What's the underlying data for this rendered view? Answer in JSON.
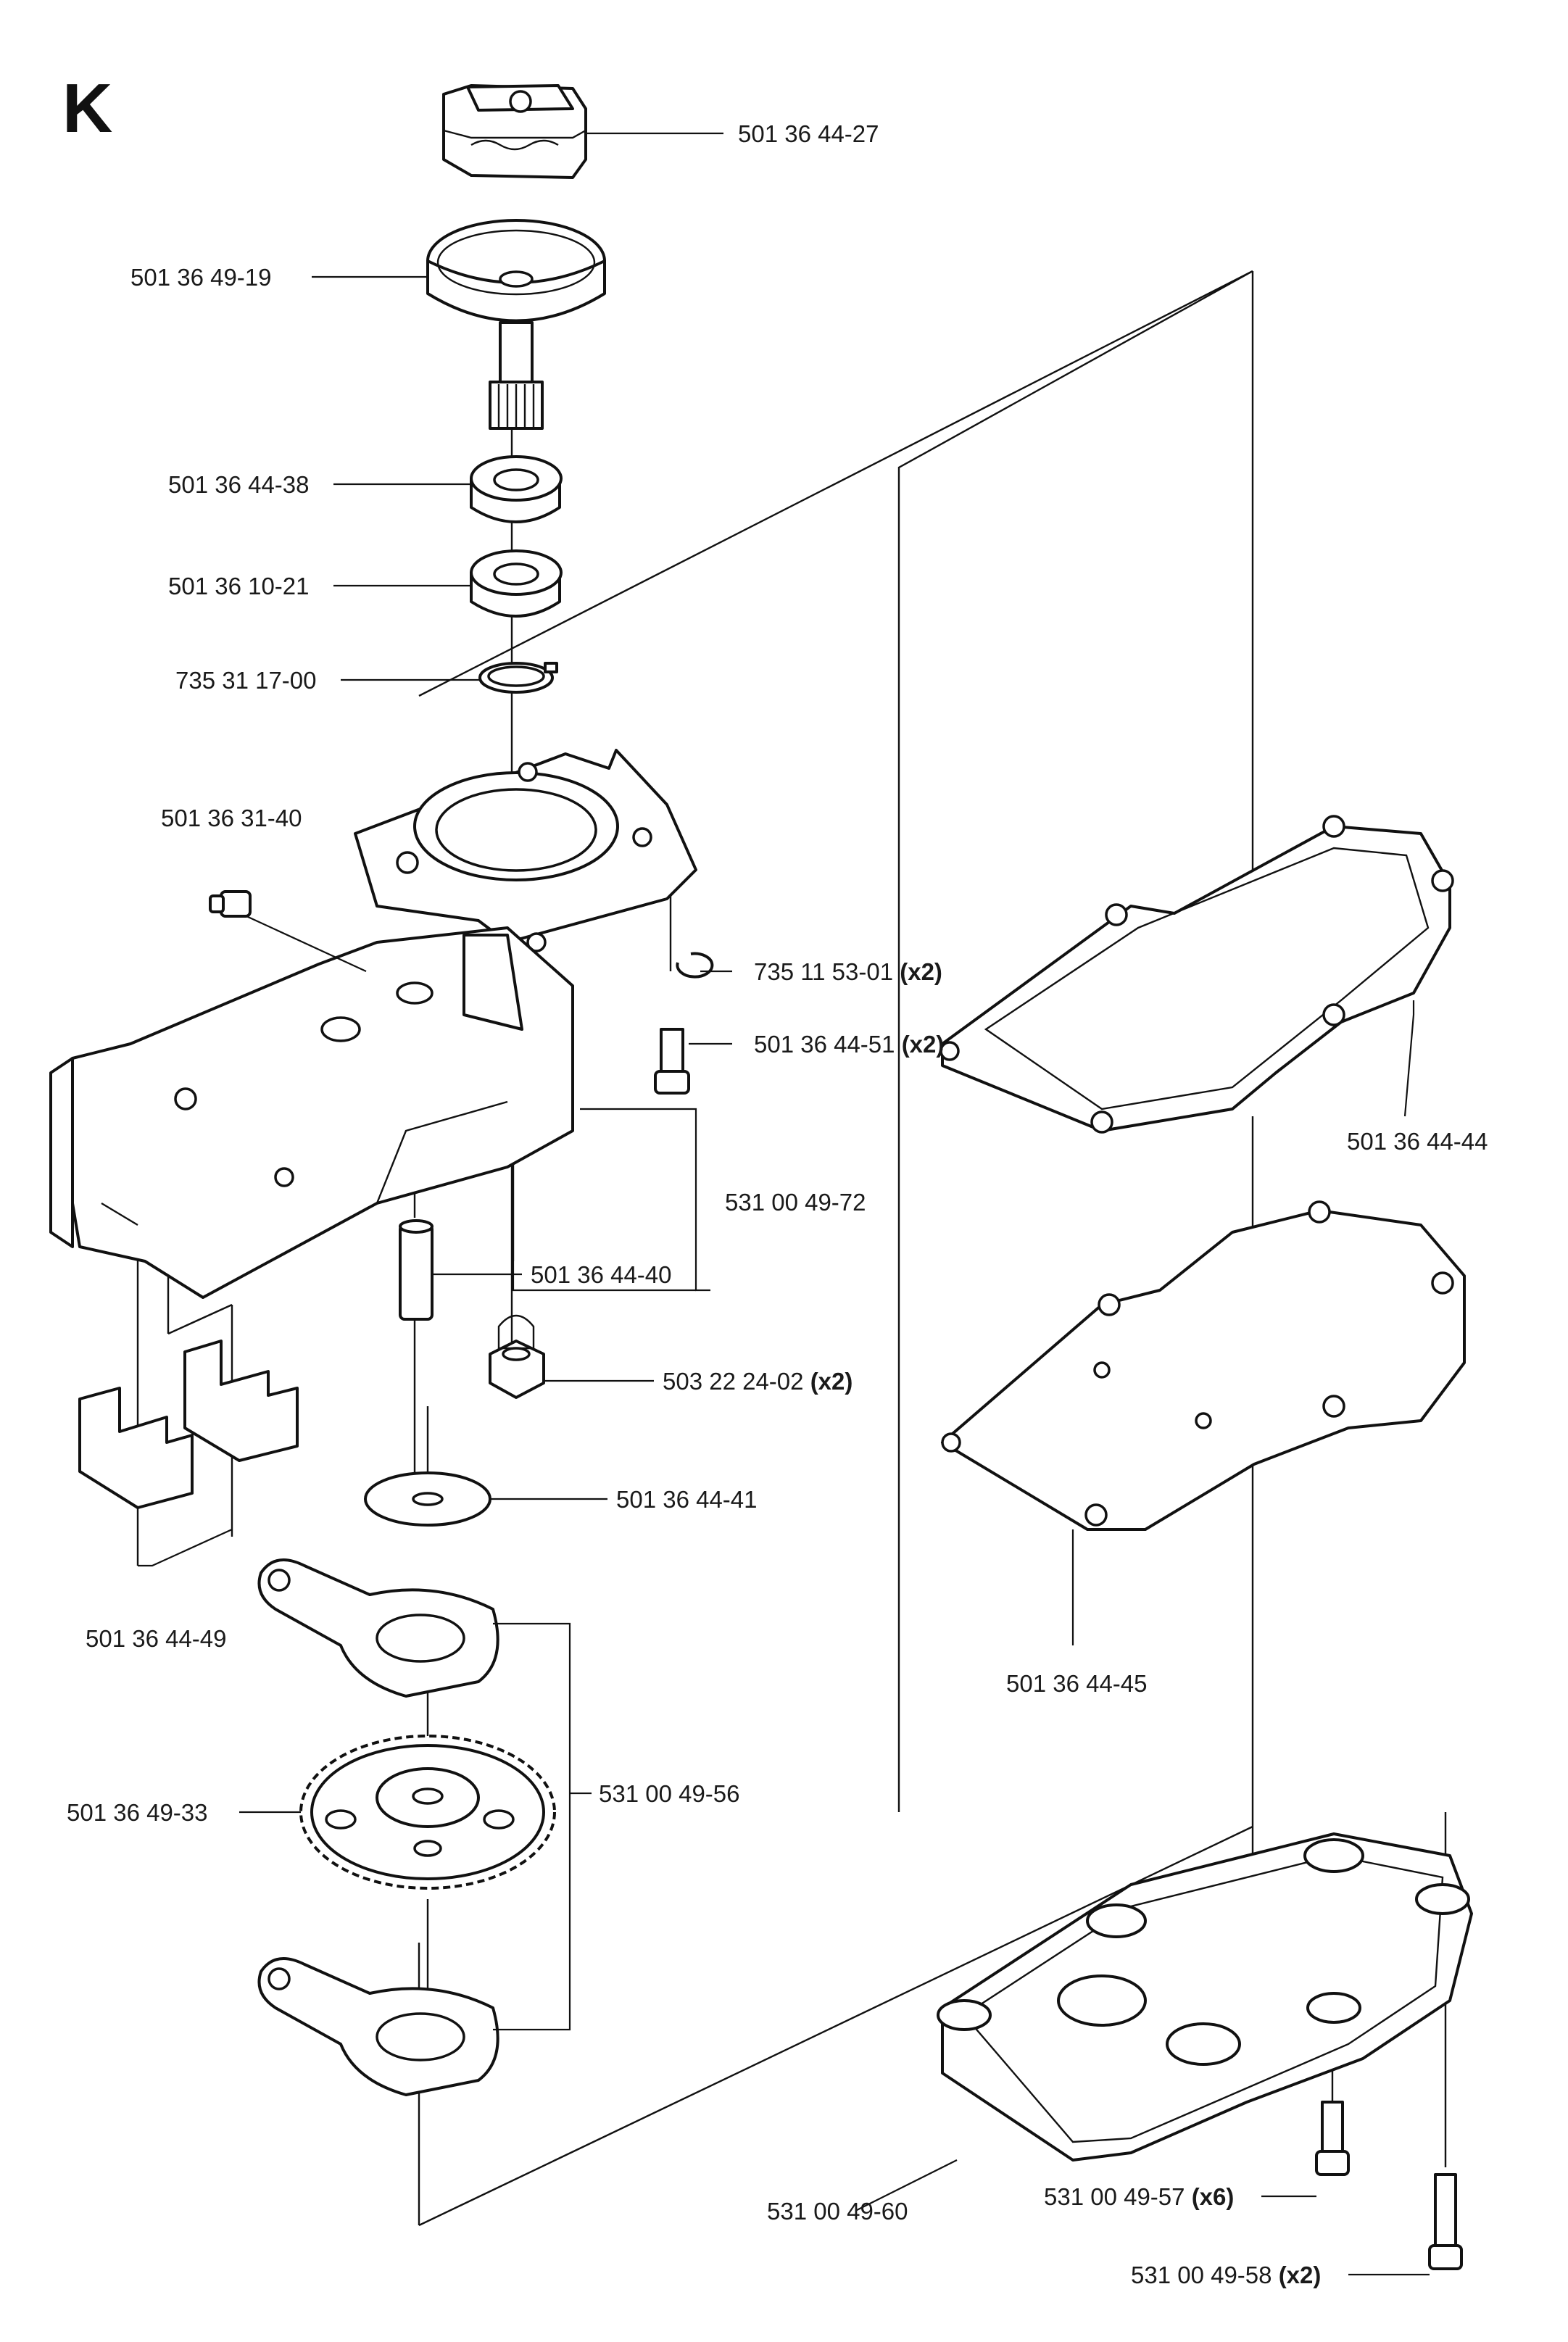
{
  "section_letter": "K",
  "parts": [
    {
      "id": "p1",
      "number": "501 36 44-27",
      "qty": ""
    },
    {
      "id": "p2",
      "number": "501 36 49-19",
      "qty": ""
    },
    {
      "id": "p3",
      "number": "501 36 44-38",
      "qty": ""
    },
    {
      "id": "p4",
      "number": "501 36 10-21",
      "qty": ""
    },
    {
      "id": "p5",
      "number": "735 31 17-00",
      "qty": ""
    },
    {
      "id": "p6",
      "number": "501 36 31-40",
      "qty": ""
    },
    {
      "id": "p7",
      "number": "735 11 53-01",
      "qty": "(x2)"
    },
    {
      "id": "p8",
      "number": "501 36 44-51",
      "qty": "(x2)"
    },
    {
      "id": "p9",
      "number": "531 00 49-72",
      "qty": ""
    },
    {
      "id": "p10",
      "number": "501 36 44-40",
      "qty": ""
    },
    {
      "id": "p11",
      "number": "503 22 24-02",
      "qty": "(x2)"
    },
    {
      "id": "p12",
      "number": "501 36 44-41",
      "qty": ""
    },
    {
      "id": "p13",
      "number": "501 36 44-49",
      "qty": ""
    },
    {
      "id": "p14",
      "number": "531 00 49-56",
      "qty": ""
    },
    {
      "id": "p15",
      "number": "501 36 49-33",
      "qty": ""
    },
    {
      "id": "p16",
      "number": "501 36 44-44",
      "qty": ""
    },
    {
      "id": "p17",
      "number": "501 36 44-45",
      "qty": ""
    },
    {
      "id": "p18",
      "number": "531 00 49-60",
      "qty": ""
    },
    {
      "id": "p19",
      "number": "531 00 49-57",
      "qty": "(x6)"
    },
    {
      "id": "p20",
      "number": "531 00 49-58",
      "qty": "(x2)"
    }
  ]
}
